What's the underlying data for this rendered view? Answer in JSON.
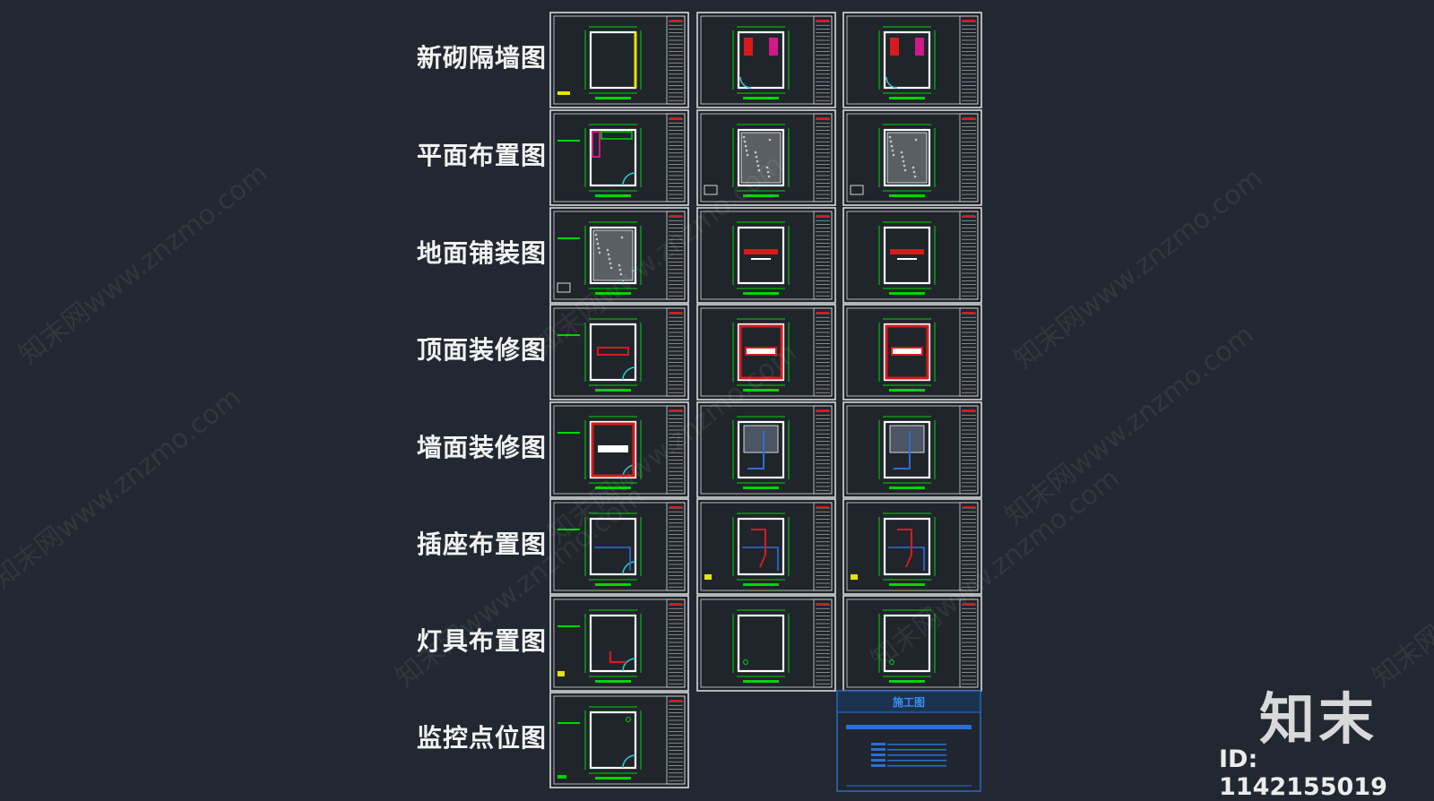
{
  "rows": [
    {
      "label": "新砌隔墙图"
    },
    {
      "label": "平面布置图"
    },
    {
      "label": "地面铺装图"
    },
    {
      "label": "顶面装修图"
    },
    {
      "label": "墙面装修图"
    },
    {
      "label": "插座布置图"
    },
    {
      "label": "灯具布置图"
    },
    {
      "label": "监控点位图"
    }
  ],
  "watermark_text": "知末网www.znzmo.com",
  "brand": {
    "logo": "知末",
    "id": "ID: 1142155019"
  },
  "cover_sheet": {
    "title": "施工图"
  },
  "colors": {
    "background": "#222831",
    "frame": "#d9d9d9",
    "green": "#00d400",
    "white": "#ffffff",
    "red": "#d81a1a",
    "cyan": "#2fd0d0",
    "blue": "#2a6fd6",
    "yellow": "#e5e500",
    "magenta": "#d01a8a"
  }
}
